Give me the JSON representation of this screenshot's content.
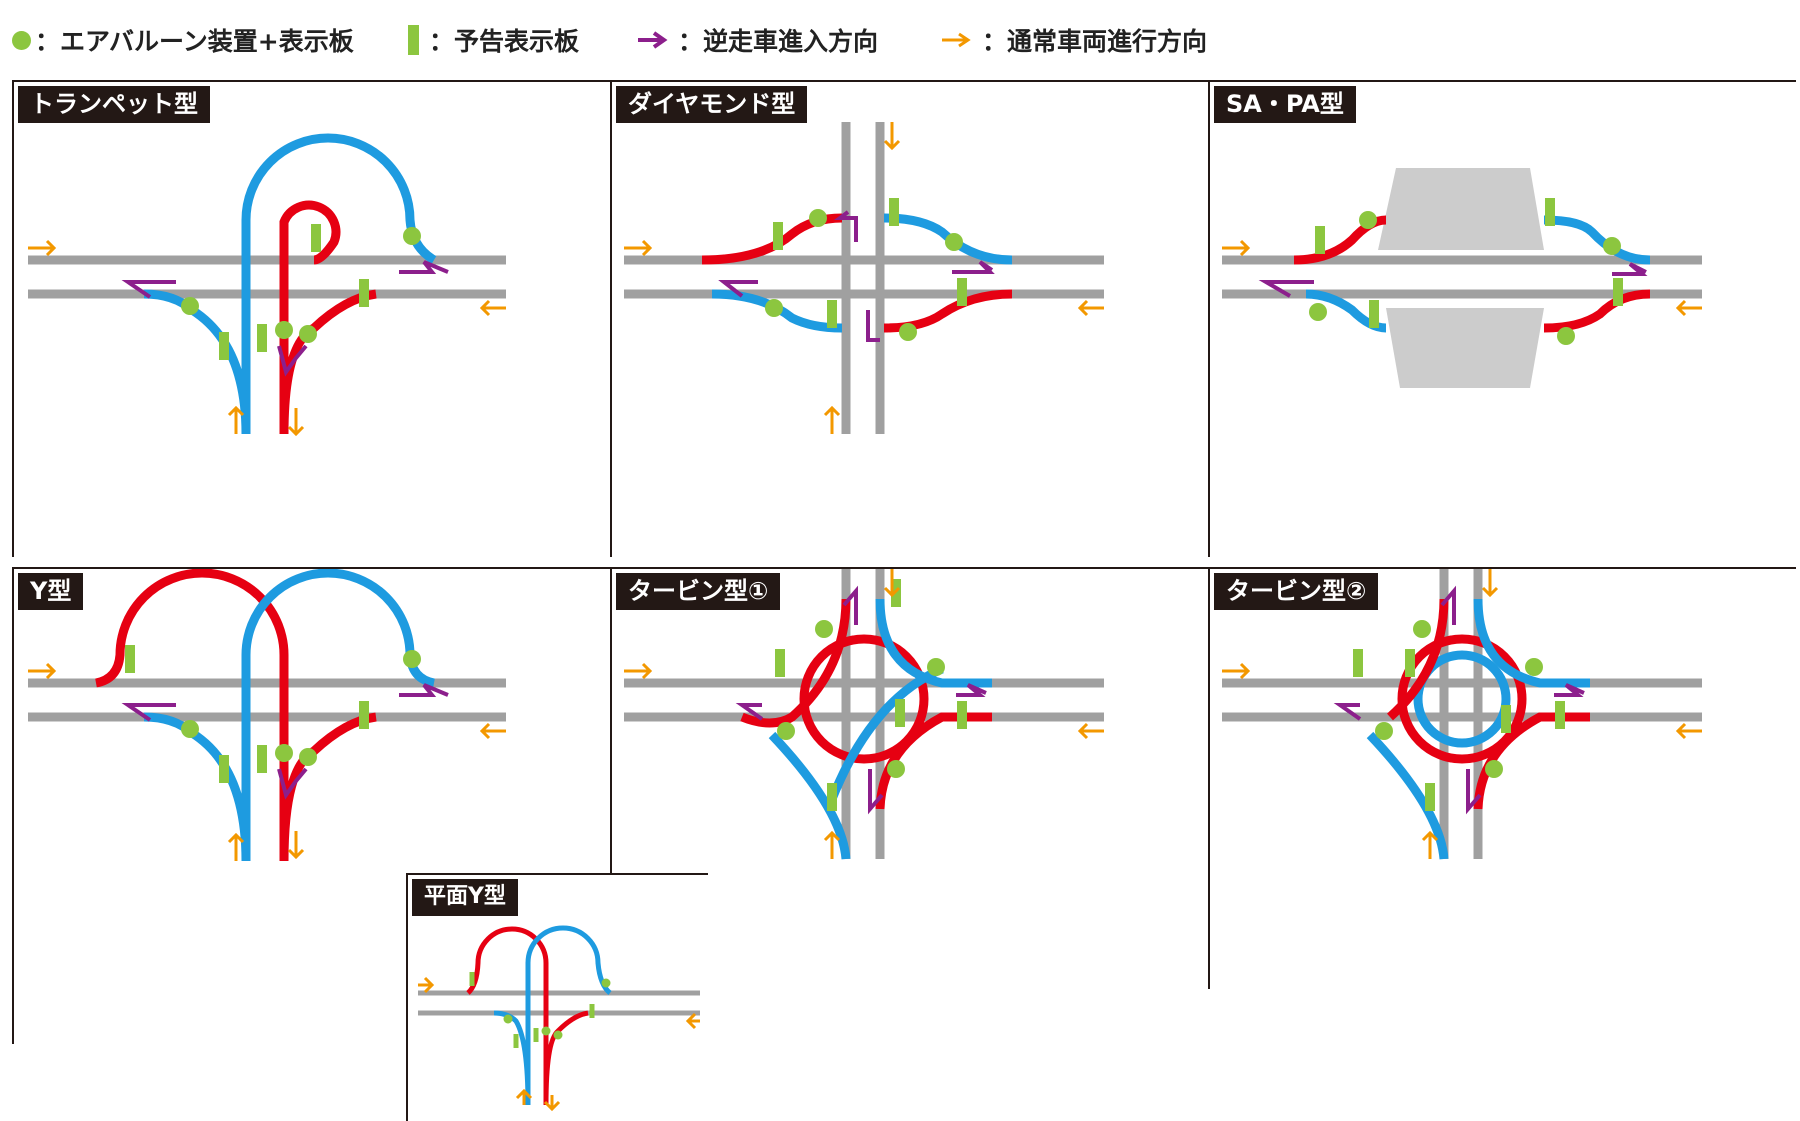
{
  "legend": {
    "balloon": "：エアバルーン装置+表示板",
    "sign": "：予告表示板",
    "wrong_way": "：逆走車進入方向",
    "normal": "：通常車両進行方向"
  },
  "colors": {
    "balloon": "#8cc63f",
    "sign": "#8cc63f",
    "wrong_way": "#8c1f8c",
    "normal": "#f39800",
    "main_road": "#a0a0a0",
    "ramp_blue": "#1e9be0",
    "ramp_red": "#e60012",
    "facility": "#cccccc",
    "label_bg": "#231815"
  },
  "panels": {
    "trumpet": {
      "label": "トランペット型"
    },
    "diamond": {
      "label": "ダイヤモンド型"
    },
    "sapa": {
      "label": "SA・PA型"
    },
    "y": {
      "label": "Y型"
    },
    "turbine1": {
      "label": "タービン型①"
    },
    "turbine2": {
      "label": "タービン型②"
    },
    "flat_y": {
      "label": "平面Y型"
    }
  }
}
